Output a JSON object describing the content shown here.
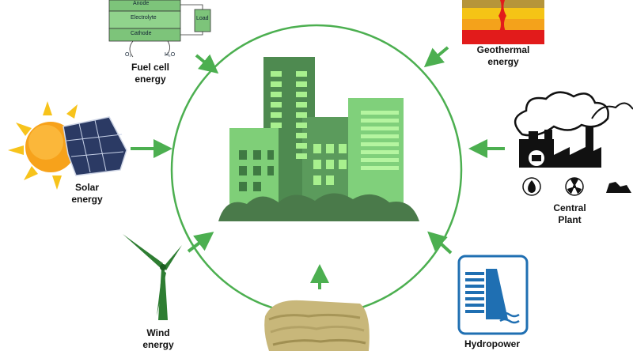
{
  "labels": {
    "fuel_cell": [
      "Fuel cell",
      "energy"
    ],
    "solar": [
      "Solar",
      "energy"
    ],
    "wind": [
      "Wind",
      "energy"
    ],
    "hydro": "Hydropower",
    "geothermal": [
      "Geothermal",
      "energy"
    ],
    "central": [
      "Central",
      "Plant"
    ]
  },
  "fuel_cell_diagram": {
    "anode": "Anode",
    "electrolyte": "Electrolyte",
    "cathode": "Cathode",
    "load": "Load",
    "o2": "O₂",
    "h2o": "H₂O"
  },
  "colors": {
    "accent_green": "#4caf50",
    "building_dark": "#4a7a4a",
    "building_light": "#8fd68a",
    "window_green": "#a8f08e",
    "hydro_blue": "#1f6fb2",
    "sun_orange": "#f7a21b"
  },
  "icons": [
    "building-cluster-icon",
    "sun-icon",
    "solar-panel-icon",
    "wind-turbine-icon",
    "biomass-bale-icon",
    "hydropower-dam-icon",
    "factory-icon",
    "flame-icon",
    "radiation-icon",
    "coal-icon",
    "geothermal-layers-icon"
  ]
}
